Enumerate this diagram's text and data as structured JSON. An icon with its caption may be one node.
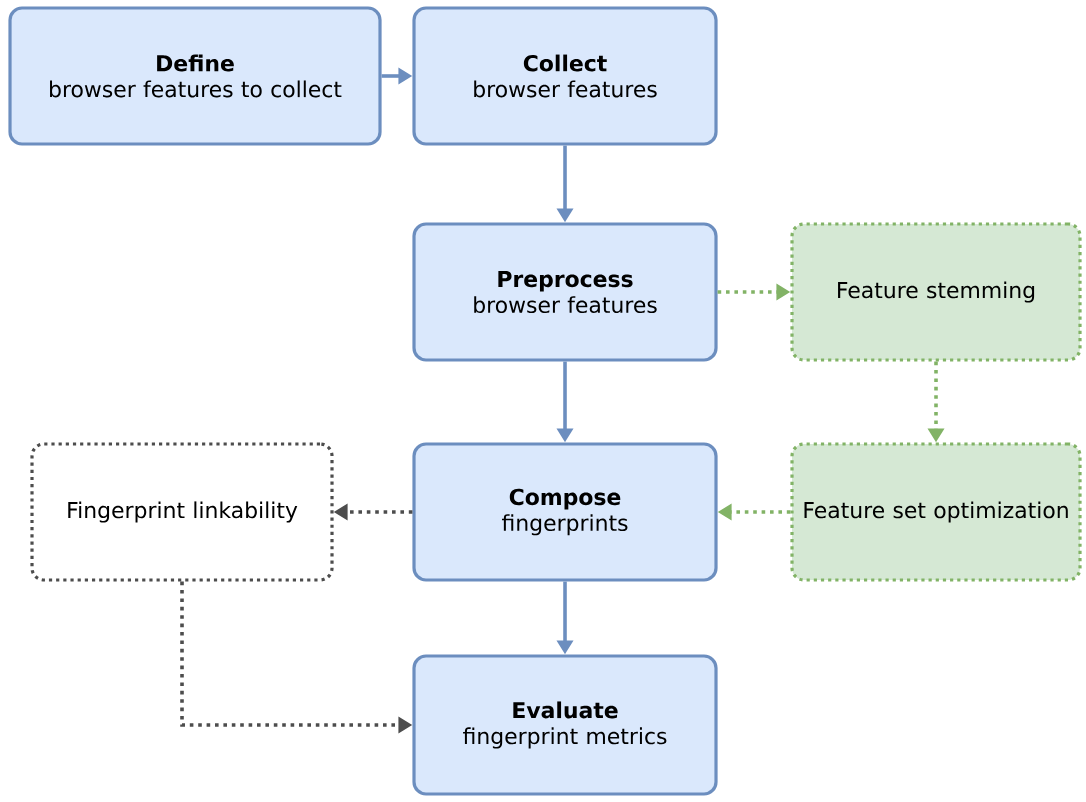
{
  "diagram": {
    "nodes": [
      {
        "text": [
          "Define",
          "browser features to collect"
        ]
      },
      {
        "text": [
          "Collect",
          "browser features"
        ]
      },
      {
        "text": [
          "Preprocess",
          "browser features"
        ]
      },
      {
        "text": [
          "Feature stemming"
        ]
      },
      {
        "text": [
          "Fingerprint linkability"
        ]
      },
      {
        "text": [
          "Compose",
          "fingerprints"
        ]
      },
      {
        "text": [
          "Feature set optimization"
        ]
      },
      {
        "text": [
          "Evaluate",
          "fingerprint metrics"
        ]
      }
    ],
    "edges": [
      {
        "from": 0,
        "to": 1,
        "arrow": "to"
      },
      {
        "from": 1,
        "to": 2,
        "arrow": "to"
      },
      {
        "from": 2,
        "to": 3,
        "arrow": "to",
        "style": "dashed",
        "color": "#82b366"
      },
      {
        "from": 3,
        "to": 6,
        "arrow": "to",
        "style": "dashed",
        "color": "#82b366"
      },
      {
        "from": 2,
        "to": 5,
        "arrow": "to"
      },
      {
        "from": 6,
        "to": 5,
        "arrow": "to",
        "style": "dashed",
        "color": "#82b366"
      },
      {
        "from": 5,
        "to": 4,
        "arrow": "to",
        "style": "dashed",
        "color": "#4d4d4d"
      },
      {
        "from": 5,
        "to": 7,
        "arrow": "to"
      },
      {
        "from": 4,
        "to": 7,
        "arrow": "to",
        "style": "dashed",
        "color": "#4d4d4d"
      }
    ]
  }
}
